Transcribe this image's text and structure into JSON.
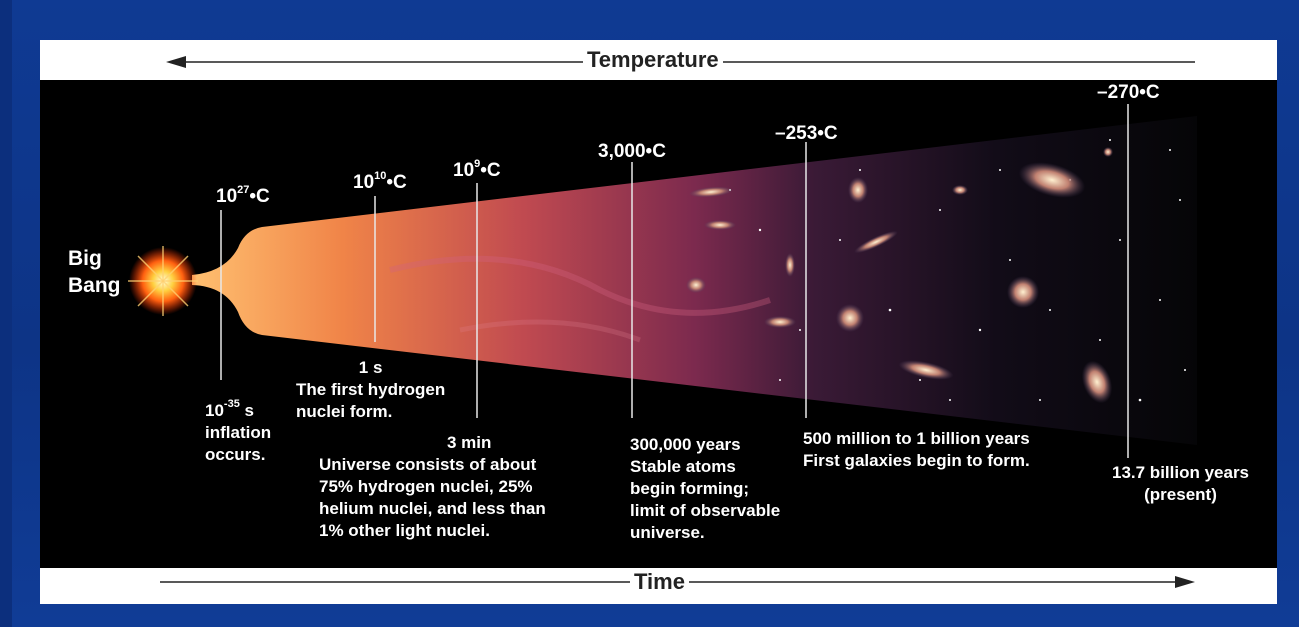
{
  "axes": {
    "temperature_label": "Temperature",
    "time_label": "Time"
  },
  "origin": {
    "line1": "Big",
    "line2": "Bang"
  },
  "temperatures": {
    "t1": {
      "base": "10",
      "exp": "27",
      "unit": "•C"
    },
    "t2": {
      "base": "10",
      "exp": "10",
      "unit": "•C"
    },
    "t3": {
      "base": "10",
      "exp": "9",
      "unit": "•C"
    },
    "t4": "3,000•C",
    "t5": "–253•C",
    "t6": "–270•C"
  },
  "milestones": {
    "inflation": {
      "time_base": "10",
      "time_exp": "-35",
      "time_unit": " s",
      "line1": "inflation",
      "line2": "occurs."
    },
    "hydrogen": {
      "time": "1 s",
      "line1": "The first hydrogen",
      "line2": "nuclei form."
    },
    "helium": {
      "time": "3 min",
      "line1": "Universe consists of about",
      "line2": "75% hydrogen nuclei, 25%",
      "line3": "helium nuclei, and less than",
      "line4": "1% other light nuclei."
    },
    "atoms": {
      "time": "300,000 years",
      "line1": "Stable atoms",
      "line2": "begin forming;",
      "line3": "limit of observable",
      "line4": "universe."
    },
    "galaxies": {
      "time": "500 million to 1 billion years",
      "line1": "First galaxies begin to form."
    },
    "present": {
      "time": "13.7 billion years",
      "line1": "(present)"
    }
  },
  "colors": {
    "background": "#0f3a93",
    "panel": "#000000",
    "band": "#ffffff",
    "hot": "#ffb060",
    "mid": "#a0305a",
    "cool": "#24162e"
  }
}
